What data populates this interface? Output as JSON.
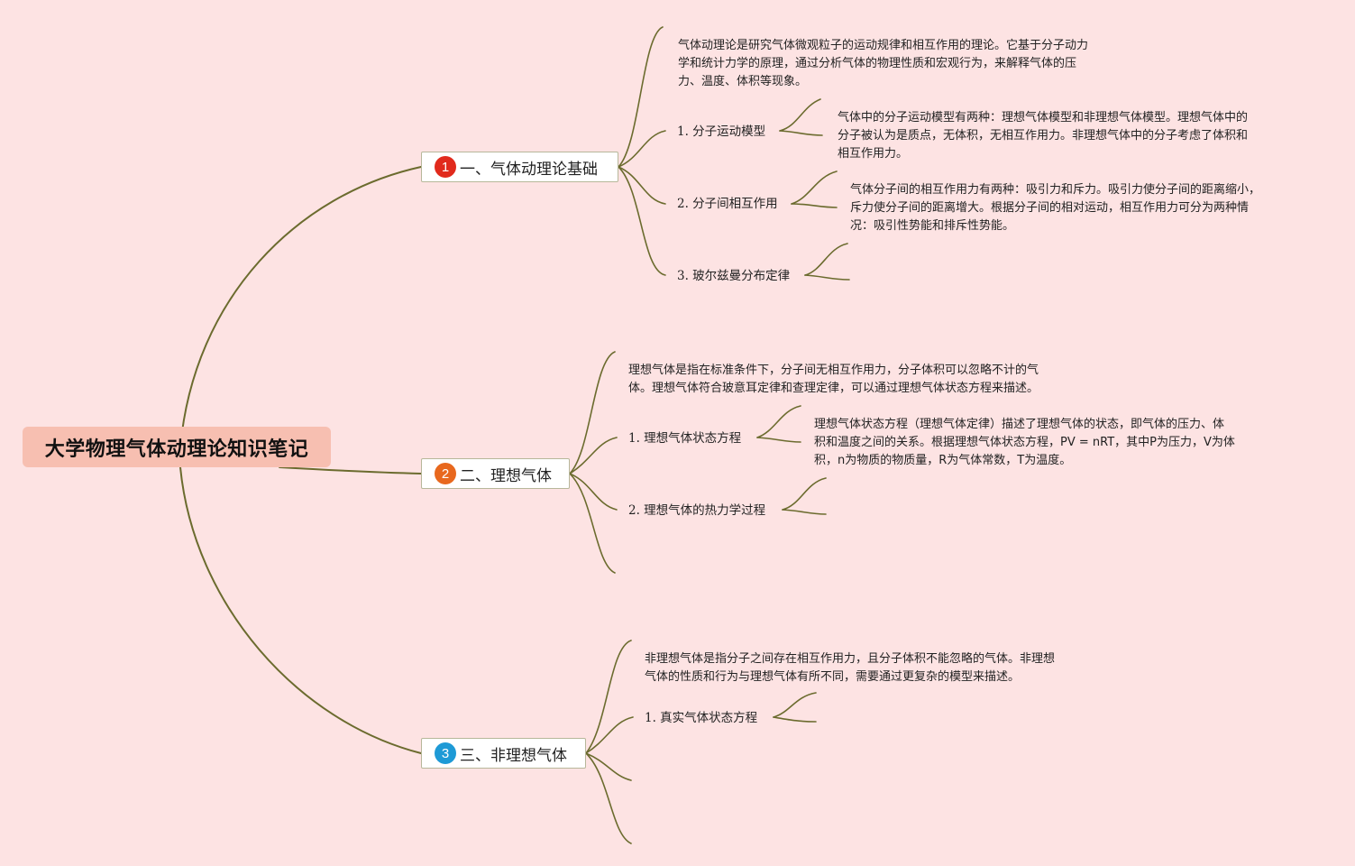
{
  "root": {
    "title": "大学物理气体动理论知识笔记",
    "color": "#f7bfb1"
  },
  "branches": [
    {
      "number": "1",
      "badge_color": "#e12a1c",
      "label": "一、气体动理论基础",
      "intro": [
        "气体动理论是研究气体微观粒子的运动规律和相互作用的理论。它基于分子动力",
        "学和统计力学的原理，通过分析气体的物理性质和宏观行为，来解释气体的压",
        "力、温度、体积等现象。"
      ],
      "subtopics": [
        {
          "label": "1. 分子运动模型",
          "detail": [
            "气体中的分子运动模型有两种：理想气体模型和非理想气体模型。理想气体中的",
            "分子被认为是质点，无体积，无相互作用力。非理想气体中的分子考虑了体积和",
            "相互作用力。"
          ]
        },
        {
          "label": "2. 分子间相互作用",
          "detail": [
            "气体分子间的相互作用力有两种：吸引力和斥力。吸引力使分子间的距离缩小，",
            "斥力使分子间的距离增大。根据分子间的相对运动，相互作用力可分为两种情",
            "况：吸引性势能和排斥性势能。"
          ]
        },
        {
          "label": "3. 玻尔兹曼分布定律"
        }
      ]
    },
    {
      "number": "2",
      "badge_color": "#e8681e",
      "label": "二、理想气体",
      "intro": [
        "理想气体是指在标准条件下，分子间无相互作用力，分子体积可以忽略不计的气",
        "体。理想气体符合玻意耳定律和查理定律，可以通过理想气体状态方程来描述。"
      ],
      "subtopics": [
        {
          "label": "1. 理想气体状态方程",
          "detail": [
            "理想气体状态方程（理想气体定律）描述了理想气体的状态，即气体的压力、体",
            "积和温度之间的关系。根据理想气体状态方程，PV = nRT，其中P为压力，V为体",
            "积，n为物质的物质量，R为气体常数，T为温度。"
          ]
        },
        {
          "label": "2. 理想气体的热力学过程"
        }
      ]
    },
    {
      "number": "3",
      "badge_color": "#1e9ad6",
      "label": "三、非理想气体",
      "intro": [
        "非理想气体是指分子之间存在相互作用力，且分子体积不能忽略的气体。非理想",
        "气体的性质和行为与理想气体有所不同，需要通过更复杂的模型来描述。"
      ],
      "subtopics": [
        {
          "label": "1. 真实气体状态方程"
        }
      ]
    }
  ],
  "line_color": "#6b6b2e",
  "background": "#fde3e3"
}
